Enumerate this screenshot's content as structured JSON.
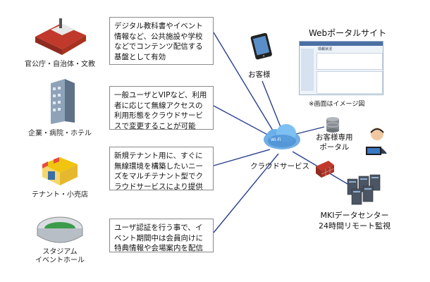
{
  "sectors": [
    {
      "label": "官公庁・自治体・文教",
      "icon": "government-building-icon",
      "description": "デジタル教科書やイベント情報など、公共施設や学校などでコンテンツ配信する基盤として有効"
    },
    {
      "label": "企業・病院・ホテル",
      "icon": "office-tower-icon",
      "description": "一般ユーザとVIPなど、利用者に応じて無線アクセスの利用形態をクラウドサービスで変更することが可能"
    },
    {
      "label": "テナント・小売店",
      "icon": "retail-store-icon",
      "description": "新規テナント用に、すぐに無線環境を構築したいニーズをマルチテナント型でクラウドサービスにより提供"
    },
    {
      "label": "スタジアム\nイベントホール",
      "icon": "stadium-icon",
      "description": "ユーザ認証を行う事で、イベント期間中は会員向けに特典情報や会場案内を配信"
    }
  ],
  "customer": {
    "label": "お客様",
    "icon": "tablet-icon"
  },
  "portal": {
    "title": "Webポータルサイト",
    "note": "※画面はイメージ図",
    "mock_heading": "情報状況"
  },
  "cloud": {
    "label": "クラウドサービス",
    "badge": "Wi-Fi"
  },
  "customer_portal": {
    "label": "お客様専用\nポータル",
    "icon": "database-icon"
  },
  "operator": {
    "icon": "operator-headset-icon"
  },
  "firewall": {
    "icon": "firewall-icon"
  },
  "datacenter": {
    "label": "MKIデータセンター\n24時間リモート監視",
    "icon": "server-rack-icon"
  },
  "colors": {
    "line": "#2a3f8f",
    "cloud": "#4a90d9",
    "box_border": "#8a8a8a"
  }
}
